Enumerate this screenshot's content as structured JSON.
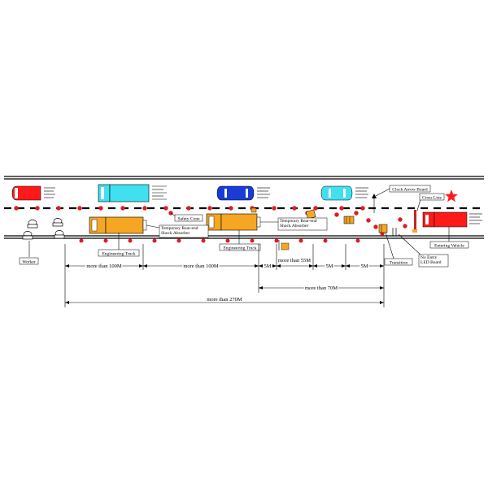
{
  "colors": {
    "cone": "#e01b24",
    "truck_yellow": "#f5a623",
    "car_red": "#ff1a1a",
    "truck_cyan": "#40e0f0",
    "car_blue": "#1a3bd6",
    "star": "#ff1a1a",
    "road_line": "#000000"
  },
  "icons": [
    "star-icon",
    "cone-icon",
    "worker-icon",
    "truck-icon",
    "car-icon",
    "arrow-board-icon",
    "led-board-icon",
    "shock-absorber-icon",
    "flag-icon"
  ],
  "labels": {
    "worker": "Worker",
    "engineering_truck_1": "Engineering Truck",
    "engineering_truck_2": "Engineering Truck",
    "shock_absorber_1": "Temporary Rear-end Shock Absorber",
    "shock_absorber_2": "Temporary Rear-end Shock Absorber",
    "safety_cone": "Safety Cone",
    "clock_arrow_board": "Clock Arrow Board",
    "cross_line": "Cross Line",
    "transition": "Transition",
    "no_entry_board": "No Entry LED Board",
    "entering_vehicle": "Entering Vehicle"
  },
  "dimensions": {
    "seg1": "more than 100M",
    "seg2": "more than 100M",
    "seg3": "5M",
    "seg4": "more than 55M",
    "seg5": "5M",
    "seg6": "5M",
    "span_70": "more than 70M",
    "span_270": "more than 270M"
  }
}
